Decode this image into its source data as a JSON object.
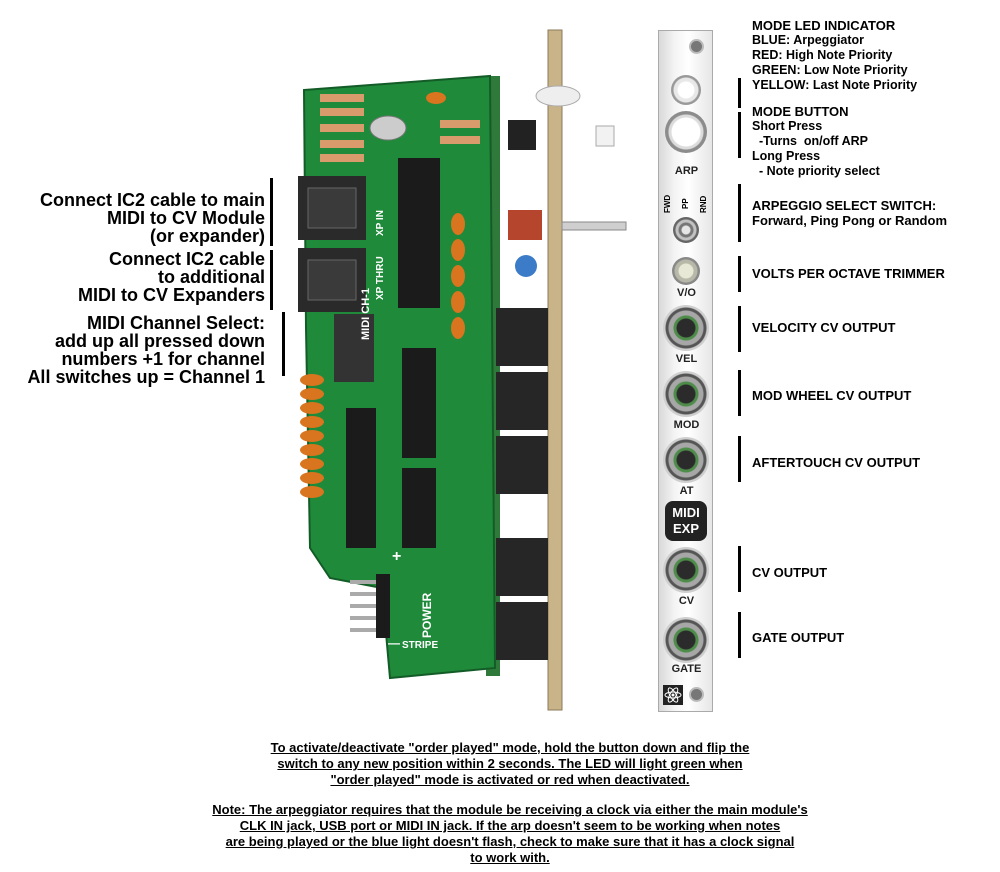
{
  "left_labels": {
    "ic2_main": [
      "Connect IC2 cable to main",
      "MIDI to CV Module",
      "(or expander)"
    ],
    "ic2_additional": [
      "Connect IC2 cable",
      "to additional",
      "MIDI to CV Expanders"
    ],
    "channel_select": [
      "MIDI Channel Select:",
      "add up all pressed down",
      "numbers +1 for channel",
      "All switches up = Channel 1"
    ]
  },
  "right_labels": {
    "mode_led": {
      "title": "MODE LED INDICATOR",
      "lines": [
        "BLUE: Arpeggiator",
        "RED: High Note Priority",
        "GREEN: Low Note Priority",
        "YELLOW: Last Note Priority"
      ]
    },
    "mode_button": {
      "title": "MODE BUTTON",
      "lines": [
        "Short Press",
        "  -Turns  on/off ARP",
        "Long Press",
        "  - Note priority select"
      ]
    },
    "arp_switch": [
      "ARPEGGIO SELECT SWITCH:",
      "Forward, Ping Pong or Random"
    ],
    "vpo": "VOLTS PER OCTAVE TRIMMER",
    "velocity": "VELOCITY CV OUTPUT",
    "mod_wheel": "MOD WHEEL CV OUTPUT",
    "aftertouch": "AFTERTOUCH CV OUTPUT",
    "cv_out": "CV OUTPUT",
    "gate_out": "GATE OUTPUT"
  },
  "panel": {
    "arp": "ARP",
    "fwd": "FWD",
    "pp": "PP",
    "rnd": "RND",
    "vo": "V/O",
    "vel": "VEL",
    "mod": "MOD",
    "at": "AT",
    "midi_exp_1": "MIDI",
    "midi_exp_2": "EXP",
    "cv": "CV",
    "gate": "GATE"
  },
  "pcb": {
    "midi_ch": "MIDI CH-1",
    "xp_in": "XP IN",
    "xp_thru": "XP THRU",
    "power": "POWER",
    "stripe": "STRIPE",
    "plus": "+",
    "minus": "—"
  },
  "notes": {
    "order_played": [
      "To activate/deactivate \"order played\" mode, hold the button down and flip the",
      "switch to any new position within 2 seconds.  The LED will light green when",
      "\"order played\" mode is activated or red when deactivated."
    ],
    "clock": [
      "Note: The arpeggiator requires that the module be receiving a clock via either the main module's",
      "CLK IN jack, USB port or MIDI IN jack.  If the arp doesn't seem to be working when notes",
      "are being played or the blue light doesn't flash, check to make sure that it has a clock signal",
      "to work with."
    ]
  },
  "colors": {
    "pcb": "#1f8a3a",
    "panel": "#eeeeee",
    "jack_ring": "#4e8c4a"
  }
}
